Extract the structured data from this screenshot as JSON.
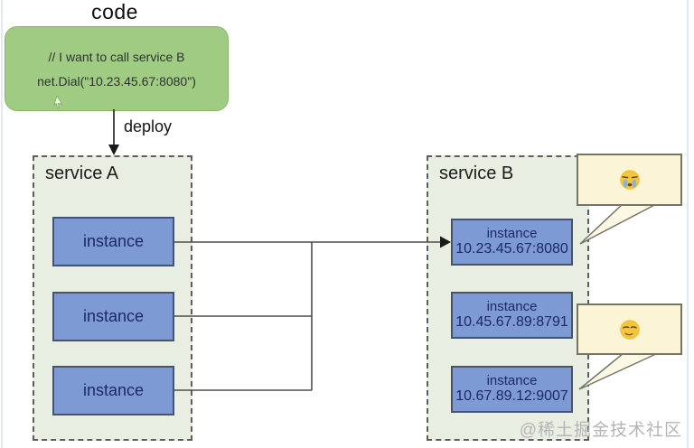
{
  "title": "code",
  "code_box": {
    "comment": "// I want to call service B",
    "call": "net.Dial(\"10.23.45.67:8080\")"
  },
  "deploy_label": "deploy",
  "service_a": {
    "label": "service A",
    "instances": [
      "instance",
      "instance",
      "instance"
    ]
  },
  "service_b": {
    "label": "service B",
    "instances": [
      {
        "label": "instance",
        "address": "10.23.45.67:8080"
      },
      {
        "label": "instance",
        "address": "10.45.67.89:8791"
      },
      {
        "label": "instance",
        "address": "10.67.89.12:9007"
      }
    ]
  },
  "bubbles": [
    {
      "emoji": "loudly-crying-face-emoji"
    },
    {
      "emoji": "smirking-face-emoji"
    }
  ],
  "watermark": "@稀土掘金技术社区",
  "colors": {
    "code_box_bg": "#9fcb83",
    "service_bg": "#e8efe2",
    "instance_bg": "#7e9ad5",
    "instance_border": "#46536e",
    "bubble_bg": "#fbf4d6",
    "line": "#4d4d4d"
  }
}
